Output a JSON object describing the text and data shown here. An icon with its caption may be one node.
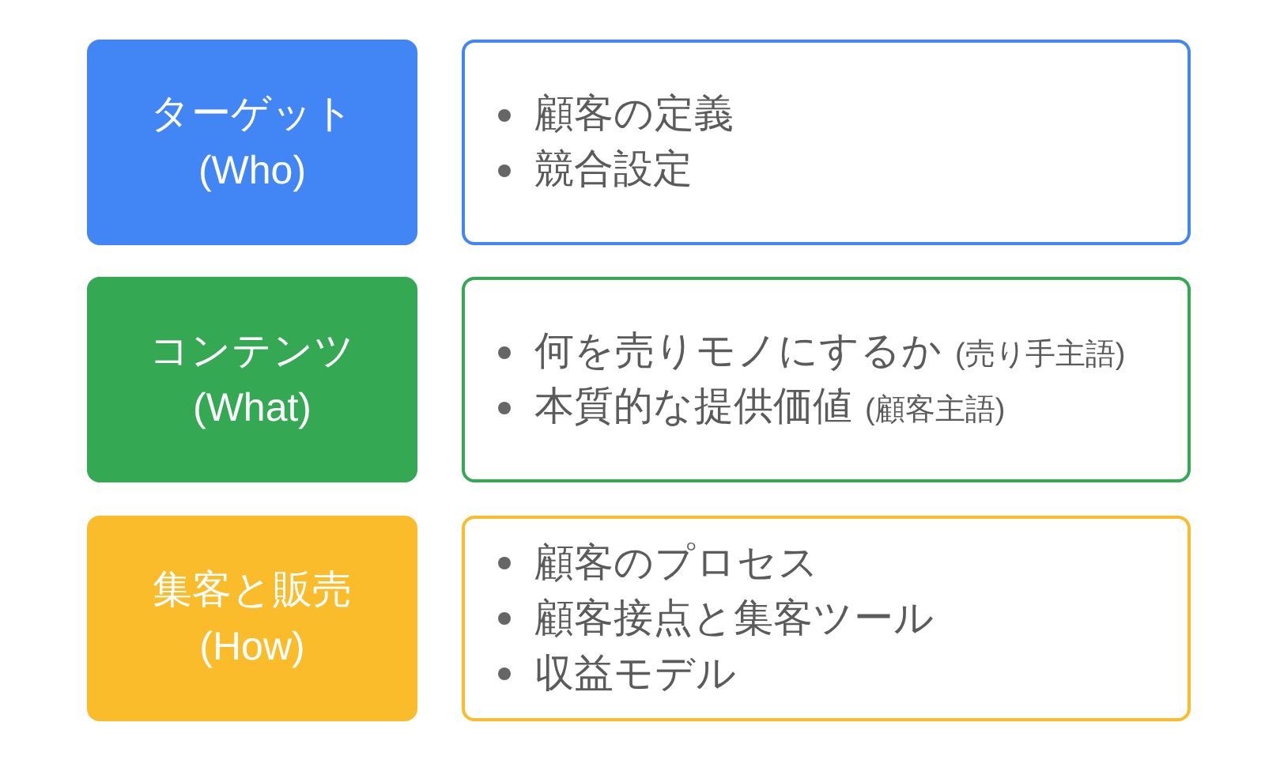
{
  "diagram": {
    "nodes": [
      {
        "text": [
          "ターゲット",
          "(Who)"
        ]
      },
      {
        "text": [
          "顧客の定義",
          "競合設定"
        ]
      },
      {
        "text": [
          "コンテンツ",
          "(What)"
        ]
      },
      {
        "text": [
          "何を売りモノにするか",
          "(売り手主語)",
          "本質的な提供価値",
          "(顧客主語)"
        ]
      },
      {
        "text": [
          "集客と販売",
          "(How)"
        ]
      },
      {
        "text": [
          "顧客のプロセス",
          "顧客接点と集客ツール",
          "収益モデル"
        ]
      }
    ]
  }
}
